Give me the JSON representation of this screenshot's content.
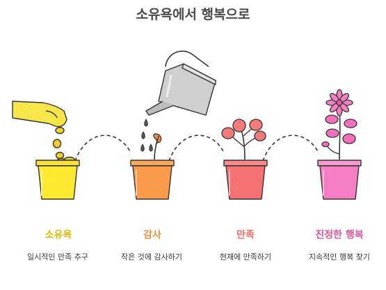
{
  "title": "소유욕에서 행복으로",
  "stages": [
    {
      "name": "소유욕",
      "desc": "일시적인 만족 추구",
      "color": "#e0b800"
    },
    {
      "name": "감사",
      "desc": "작은 것에 감사하기",
      "color": "#f08a3c"
    },
    {
      "name": "만족",
      "desc": "현재에 만족하기",
      "color": "#f06a6a"
    },
    {
      "name": "진정한 행복",
      "desc": "지속적인 행복 찾기",
      "color": "#e0549a"
    }
  ]
}
